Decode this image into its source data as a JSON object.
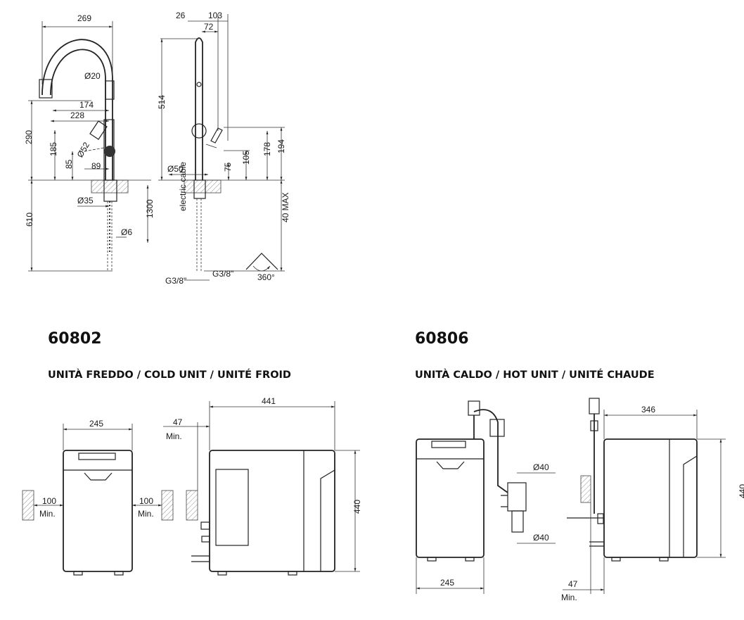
{
  "faucet": {
    "dims": {
      "w269": "269",
      "d20": "Ø20",
      "w174": "174",
      "w228": "228",
      "d52": "Ø52",
      "w89": "89",
      "h290": "290",
      "h185": "185",
      "h85": "85",
      "d35": "Ø35",
      "d6": "Ø6",
      "h610": "610",
      "l1300": "1300",
      "cable": "electric cable",
      "t26": "26",
      "t103": "103",
      "t72": "72",
      "h514": "514",
      "d50": "Ø50",
      "h75": "75",
      "h105": "105",
      "h178": "178",
      "h194": "194",
      "max40": "40 MAX",
      "g1": "G3/8\"",
      "g2": "G3/8\"",
      "rot": "360°"
    }
  },
  "cold_unit": {
    "code": "60802",
    "title": "UNITÀ FREDDO / COLD UNIT / UNITÉ FROID",
    "dims": {
      "width": "245",
      "depth": "441",
      "gap": "47",
      "gap_min": "Min.",
      "height": "440",
      "side_left": "100",
      "side_left_min": "Min.",
      "side_right": "100",
      "side_right_min": "Min."
    }
  },
  "hot_unit": {
    "code": "60806",
    "title": "UNITÀ CALDO / HOT UNIT / UNITÉ CHAUDE",
    "dims": {
      "width": "245",
      "pipe_top": "Ø40",
      "pipe_bottom": "Ø40",
      "depth": "346",
      "height": "440",
      "gap": "47",
      "gap_min": "Min."
    }
  }
}
